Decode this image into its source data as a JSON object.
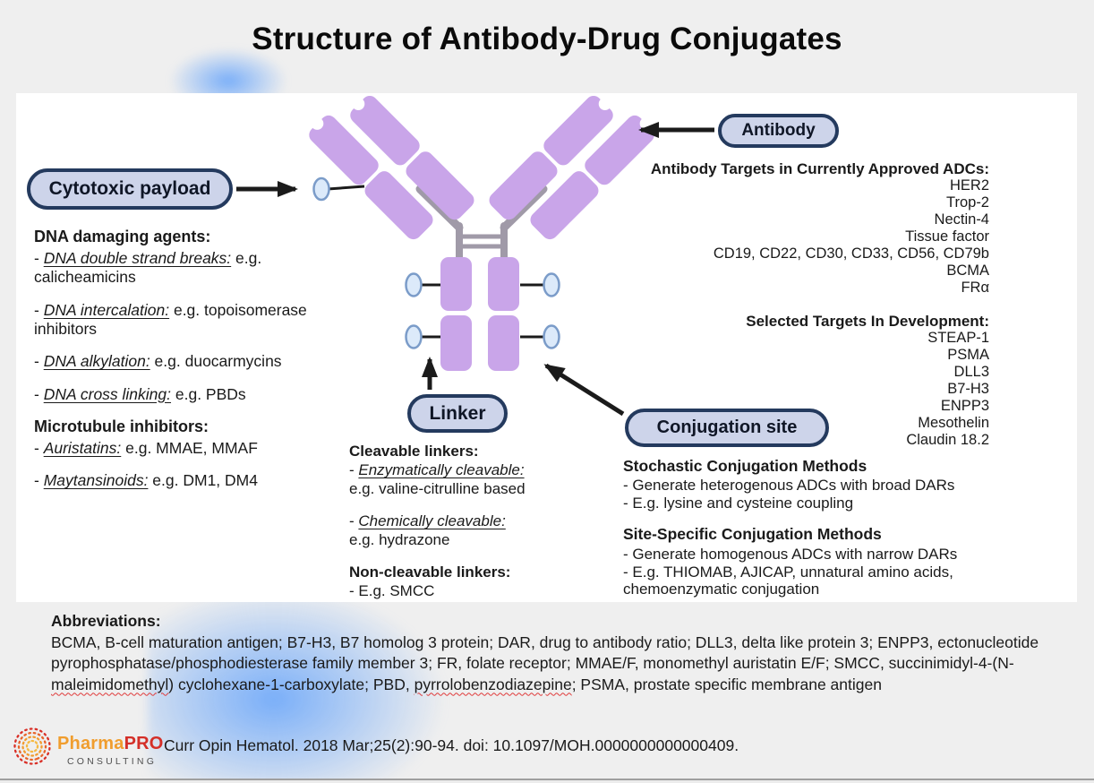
{
  "page": {
    "title": "Structure of Antibody-Drug Conjugates",
    "citation": "Curr Opin Hematol. 2018 Mar;25(2):90-94. doi: 10.1097/MOH.0000000000000409."
  },
  "logo": {
    "pharma": "Pharma",
    "pro": "PRO",
    "consulting": "CONSULTING"
  },
  "pills": {
    "cytotoxic_payload": "Cytotoxic payload",
    "antibody": "Antibody",
    "linker": "Linker",
    "conjugation_site": "Conjugation site"
  },
  "payload_section": {
    "dna_heading": "DNA damaging agents:",
    "dna_items": [
      {
        "bullet": "- ",
        "em": "DNA double strand breaks:",
        "rest": " e.g. calicheamicins"
      },
      {
        "bullet": "- ",
        "em": "DNA intercalation:",
        "rest": " e.g. topoisomerase inhibitors"
      },
      {
        "bullet": "- ",
        "em": "DNA alkylation:",
        "rest": " e.g. duocarmycins"
      },
      {
        "bullet": "- ",
        "em": "DNA cross linking:",
        "rest": " e.g. PBDs"
      }
    ],
    "microtubule_heading": "Microtubule inhibitors:",
    "microtubule_items": [
      {
        "bullet": "- ",
        "em": "Auristatins:",
        "rest": " e.g. MMAE, MMAF"
      },
      {
        "bullet": "- ",
        "em": "Maytansinoids:",
        "rest": " e.g. DM1, DM4"
      }
    ]
  },
  "antibody_section": {
    "approved_heading": "Antibody Targets in Currently Approved ADCs:",
    "approved_targets": [
      "HER2",
      "Trop-2",
      "Nectin-4",
      "Tissue factor",
      "CD19, CD22, CD30, CD33, CD56, CD79b",
      "BCMA",
      "FRα"
    ],
    "development_heading": "Selected Targets In Development:",
    "development_targets": [
      "STEAP-1",
      "PSMA",
      "DLL3",
      "B7-H3",
      "ENPP3",
      "Mesothelin",
      "Claudin 18.2"
    ]
  },
  "linker_section": {
    "cleavable_heading": "Cleavable linkers:",
    "items": [
      {
        "bullet": "- ",
        "em": "Enzymatically cleavable:",
        "rest": "e.g. valine-citrulline based"
      },
      {
        "bullet": "- ",
        "em": "Chemically cleavable:",
        "rest": "e.g. hydrazone"
      }
    ],
    "noncleavable_heading": "Non-cleavable linkers:",
    "noncleavable_item": "-  E.g. SMCC"
  },
  "conjugation_section": {
    "stochastic_heading": "Stochastic Conjugation Methods",
    "stochastic_items": [
      "- Generate heterogenous ADCs with broad DARs",
      "- E.g. lysine and cysteine coupling"
    ],
    "site_specific_heading": "Site-Specific Conjugation Methods",
    "site_specific_items": [
      "- Generate homogenous ADCs with narrow DARs",
      "- E.g. THIOMAB, AJICAP, unnatural amino acids, chemoenzymatic conjugation"
    ]
  },
  "abbreviations": {
    "heading": "Abbreviations:",
    "seg1": "BCMA, B-cell maturation antigen; B7-H3, B7 homolog 3 protein; DAR, drug to antibody ratio; DLL3, delta like protein 3; ENPP3, ectonucleotide pyrophosphatase/phosphodiesterase family member 3; FR, folate receptor; MMAE/F, monomethyl auristatin E/F; SMCC, succinimidyl-4-(N-",
    "misspelled1": "maleimidomethyl",
    "seg2": ") cyclohexane-1-carboxylate; PBD, ",
    "misspelled2": "pyrrolobenzodiazepine",
    "seg3": "; PSMA, prostate specific membrane antigen"
  },
  "colors": {
    "accent_navy": "#243a5e",
    "pill_fill": "#cdd4ea",
    "antibody_purple": "#c9a5e9",
    "hinge_gray": "#a09aa8",
    "oval_fill": "#dceafa",
    "oval_stroke": "#7b9cc9",
    "logo_orange": "#f09d2e",
    "logo_red": "#d42f28",
    "blob_blue": "#79aef8"
  }
}
